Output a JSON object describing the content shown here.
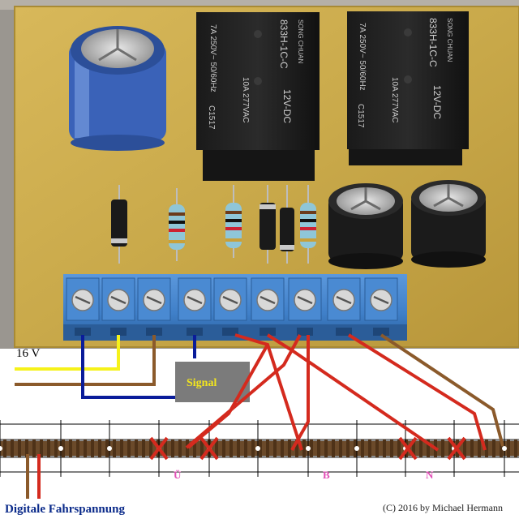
{
  "labels": {
    "voltage": "16 V",
    "signal": "Signal",
    "section_u": "Ü",
    "section_b": "B",
    "section_n": "N",
    "track_power": "Digitale Fahrspannung",
    "copyright": "(C) 2016 by Michael Hermann"
  },
  "relays": [
    {
      "model": "833H-1C-C",
      "rating": "7A 250V~ 50/60Hz",
      "rating2": "10A 277VAC",
      "coil": "12V-DC",
      "brand": "SONG CHUAN",
      "code": "C1517"
    },
    {
      "model": "833H-1C-C",
      "rating": "7A 250V~ 50/60Hz",
      "rating2": "10A 277VAC",
      "coil": "12V-DC",
      "brand": "SONG CHUAN",
      "code": "C1517"
    }
  ],
  "colors": {
    "board": "#c9a94a",
    "terminal_blue": "#3f7fc8",
    "wire_yellow": "#f6f21a",
    "wire_brown": "#8b5a2b",
    "wire_blue": "#0a1c9a",
    "wire_red": "#d42a1e",
    "signal_box": "#7b7b7b",
    "signal_text": "#f2e51e",
    "section_letters": "#e24fb7"
  }
}
